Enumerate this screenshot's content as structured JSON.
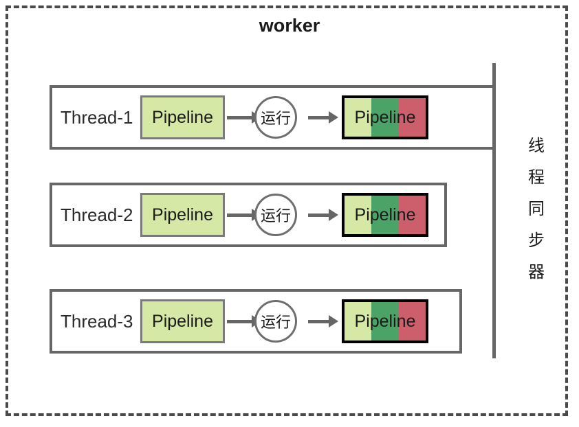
{
  "diagram": {
    "title": "worker",
    "frame_style": "dashed",
    "colors": {
      "frame": "#4a4a4a",
      "row_border": "#666666",
      "pipeline_fill": "#d5e8a6",
      "pipeline_border": "#7a7a7a",
      "band_light_green": "#d5e8a6",
      "band_green": "#4ba368",
      "band_red": "#cc5f6b",
      "band_border": "#000000",
      "arrow": "#666666",
      "circle_border": "#6e6e6e",
      "text": "#1a1a1a"
    },
    "rows": [
      {
        "thread_label": "Thread-1",
        "pipeline_label": "Pipeline",
        "run_label": "运行",
        "result_label": "Pipeline",
        "result_bands": [
          "light-green",
          "green",
          "red"
        ]
      },
      {
        "thread_label": "Thread-2",
        "pipeline_label": "Pipeline",
        "run_label": "运行",
        "result_label": "Pipeline",
        "result_bands": [
          "light-green",
          "green",
          "red"
        ]
      },
      {
        "thread_label": "Thread-3",
        "pipeline_label": "Pipeline",
        "run_label": "运行",
        "result_label": "Pipeline",
        "result_bands": [
          "light-green",
          "green",
          "red"
        ]
      }
    ],
    "synchronizer": {
      "label_chars": [
        "线",
        "程",
        "同",
        "步",
        "器"
      ],
      "label_text": "线程同步器"
    }
  }
}
